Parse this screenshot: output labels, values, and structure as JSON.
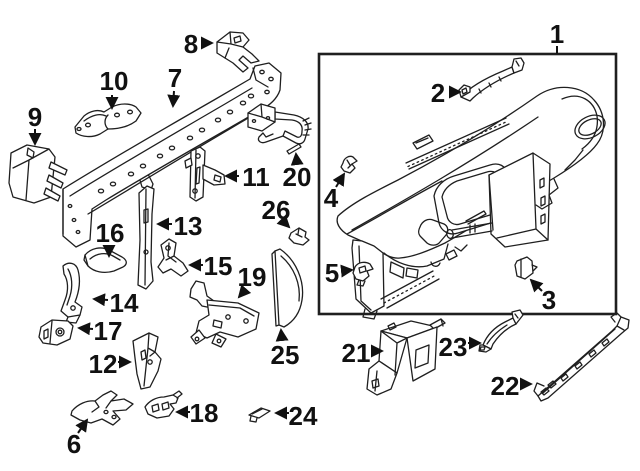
{
  "diagram": {
    "kind": "exploded-parts-diagram",
    "subject": "instrument-panel-components",
    "background": "#ffffff",
    "line_color": "#1f1f1f",
    "label_color": "#111111",
    "callouts": [
      {
        "label": "1",
        "part": "instrument-panel-assembly"
      },
      {
        "label": "2",
        "part": "upper-curved-bracket"
      },
      {
        "label": "3",
        "part": "retainer-clip"
      },
      {
        "label": "4",
        "part": "retainer-clip"
      },
      {
        "label": "5",
        "part": "retainer-clip"
      },
      {
        "label": "6",
        "part": "winged-support-bracket"
      },
      {
        "label": "7",
        "part": "crossmember-beam"
      },
      {
        "label": "8",
        "part": "pronged-mount-bracket"
      },
      {
        "label": "9",
        "part": "side-mount-bracket"
      },
      {
        "label": "10",
        "part": "upper-flat-bracket"
      },
      {
        "label": "11",
        "part": "cross-stay-bracket"
      },
      {
        "label": "12",
        "part": "side-plate-bracket"
      },
      {
        "label": "13",
        "part": "tall-pillar-stay"
      },
      {
        "label": "14",
        "part": "curved-pillar-stay"
      },
      {
        "label": "15",
        "part": "angle-bracket"
      },
      {
        "label": "16",
        "part": "curved-wedge-bracket"
      },
      {
        "label": "17",
        "part": "small-box-bracket"
      },
      {
        "label": "18",
        "part": "lower-clip-bracket"
      },
      {
        "label": "19",
        "part": "side-support-bracket"
      },
      {
        "label": "20",
        "part": "hook-bracket-with-pin"
      },
      {
        "label": "21",
        "part": "lower-reinforcement-box"
      },
      {
        "label": "22",
        "part": "lower-mounting-rail"
      },
      {
        "label": "23",
        "part": "s-link-bracket"
      },
      {
        "label": "24",
        "part": "flat-clip-plate"
      },
      {
        "label": "25",
        "part": "end-cap-crescent-panel"
      },
      {
        "label": "26",
        "part": "small-retainer-clip"
      }
    ]
  }
}
